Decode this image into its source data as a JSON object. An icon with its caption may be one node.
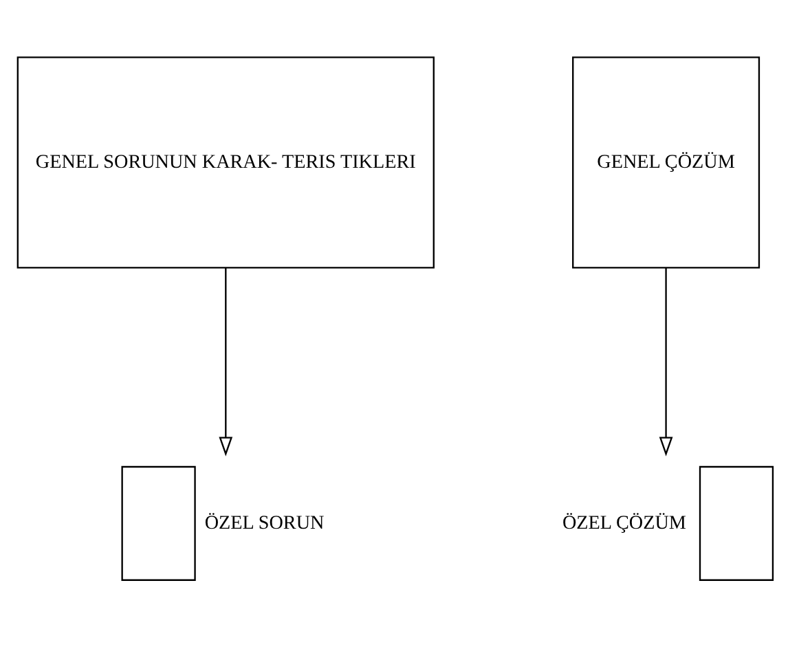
{
  "diagram": {
    "nodes": [
      {
        "text": [
          "GENEL SORUNUN KARAK- TERIS TIKLERI"
        ]
      },
      {
        "text": [
          "GENEL ÇÖZÜM"
        ]
      },
      {
        "text": [],
        "shape": "box",
        "beside": [
          "ÖZEL SORUN"
        ]
      },
      {
        "text": [],
        "shape": "box",
        "beside": [
          "ÖZEL ÇÖZÜM"
        ]
      }
    ],
    "edges": [
      {
        "from": 0,
        "to": 2,
        "arrow": "to"
      },
      {
        "from": 1,
        "to": 3,
        "arrow": "to"
      }
    ]
  }
}
